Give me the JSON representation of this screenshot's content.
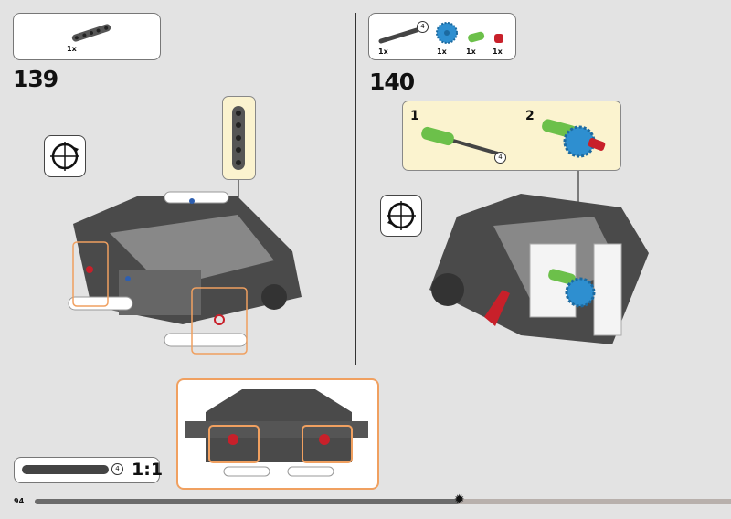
{
  "page_number": "94",
  "progress": 0.61,
  "colors": {
    "background": "#e3e3e3",
    "callout": "#fbf3cf",
    "highlight": "#f0a060",
    "gear": "#2e8fd0",
    "axle_green": "#6cc04a",
    "bush_red": "#c8202a"
  },
  "step139": {
    "number": "139",
    "parts": [
      {
        "qty": "1x",
        "part": "liftarm-5"
      }
    ],
    "icon": "rotate-model-icon"
  },
  "step140": {
    "number": "140",
    "parts": [
      {
        "qty": "1x",
        "part": "axle-4",
        "size": "4"
      },
      {
        "qty": "1x",
        "part": "gear-20-tooth"
      },
      {
        "qty": "1x",
        "part": "axle-connector-green"
      },
      {
        "qty": "1x",
        "part": "bush-red"
      }
    ],
    "sub_steps": [
      {
        "num": "1",
        "size": "4"
      },
      {
        "num": "2"
      }
    ],
    "icon": "rotate-model-icon"
  },
  "scale_check": {
    "size": "4",
    "ratio": "1:1"
  }
}
